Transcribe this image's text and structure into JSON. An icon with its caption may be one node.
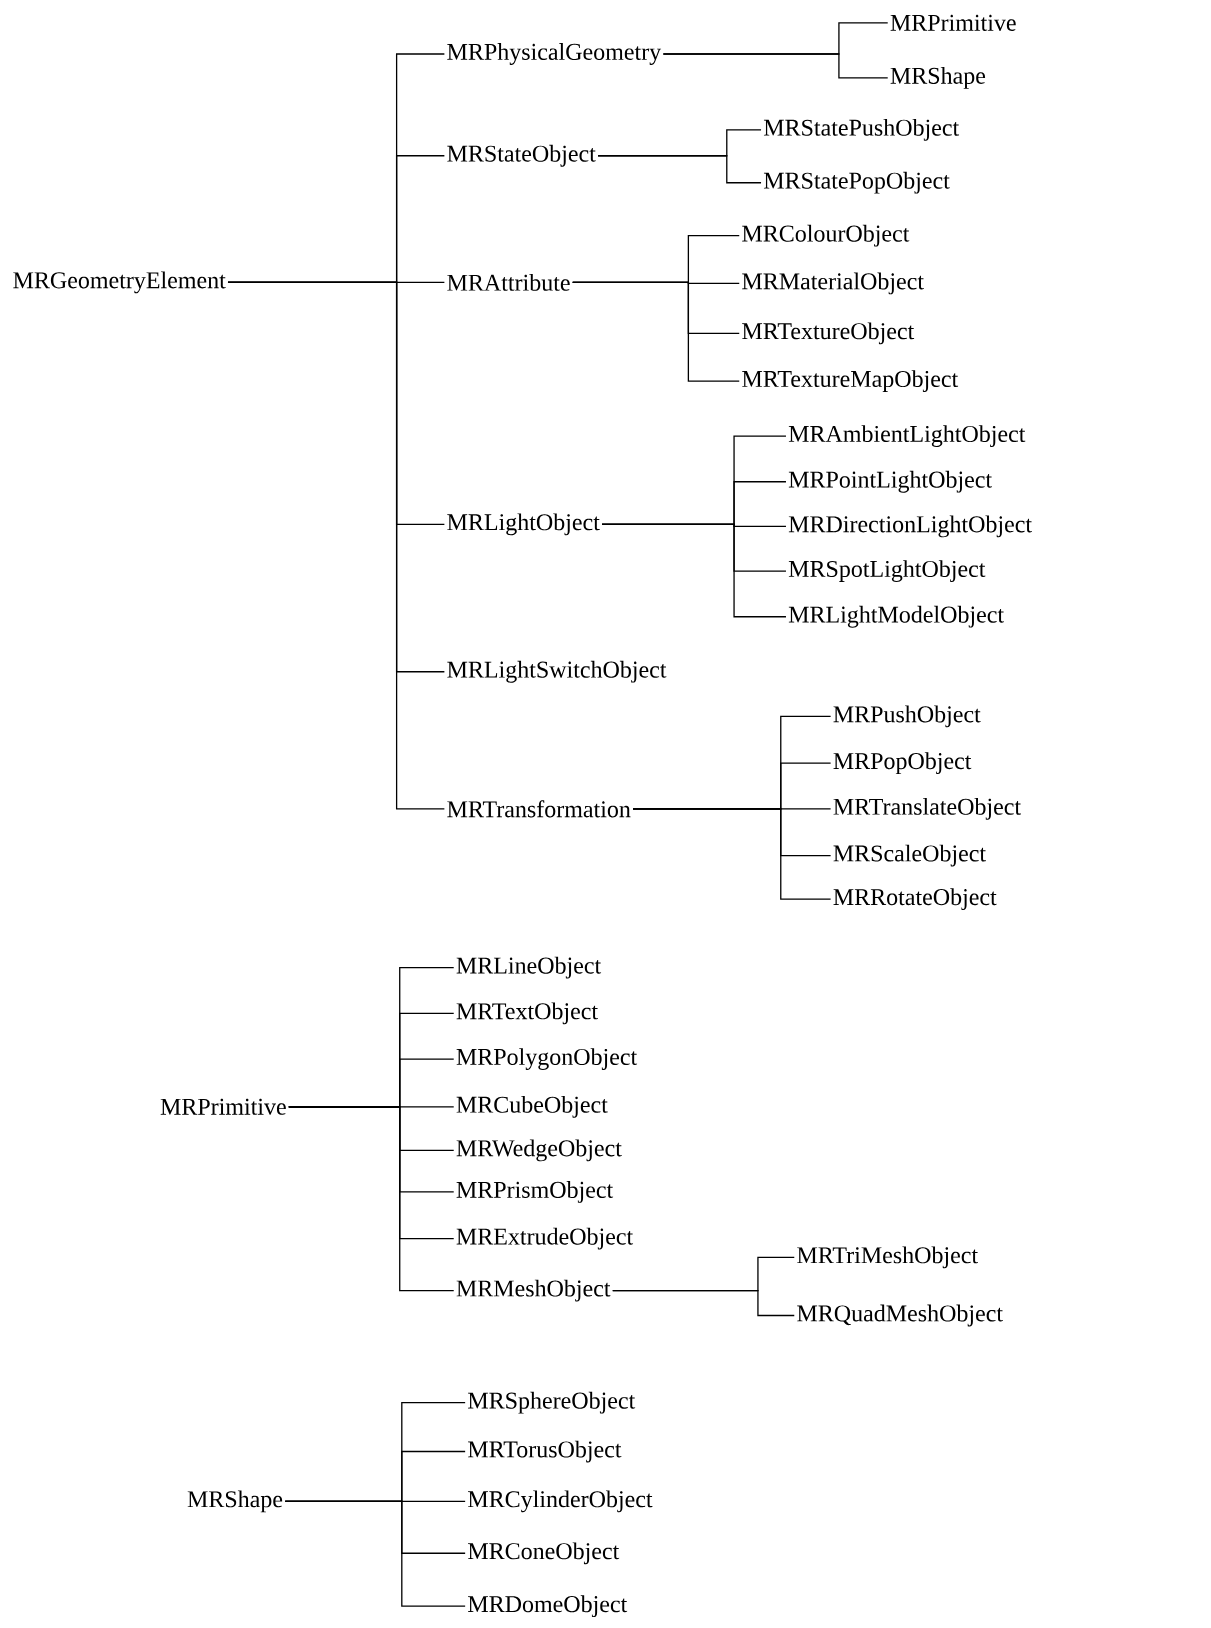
{
  "diagram": {
    "nodes": [
      {
        "text": [
          "MRGeometryElement"
        ]
      },
      {
        "text": [
          "MRPhysicalGeometry"
        ]
      },
      {
        "text": [
          "MRPrimitive"
        ]
      },
      {
        "text": [
          "MRShape"
        ]
      },
      {
        "text": [
          "MRStateObject"
        ]
      },
      {
        "text": [
          "MRStatePushObject"
        ]
      },
      {
        "text": [
          "MRStatePopObject"
        ]
      },
      {
        "text": [
          "MRAttribute"
        ]
      },
      {
        "text": [
          "MRColourObject"
        ]
      },
      {
        "text": [
          "MRMaterialObject"
        ]
      },
      {
        "text": [
          "MRTextureObject"
        ]
      },
      {
        "text": [
          "MRTextureMapObject"
        ]
      },
      {
        "text": [
          "MRLightObject"
        ]
      },
      {
        "text": [
          "MRAmbientLightObject"
        ]
      },
      {
        "text": [
          "MRPointLightObject"
        ]
      },
      {
        "text": [
          "MRDirectionLightObject"
        ]
      },
      {
        "text": [
          "MRSpotLightObject"
        ]
      },
      {
        "text": [
          "MRLightModelObject"
        ]
      },
      {
        "text": [
          "MRLightSwitchObject"
        ]
      },
      {
        "text": [
          "MRTransformation"
        ]
      },
      {
        "text": [
          "MRPushObject"
        ]
      },
      {
        "text": [
          "MRPopObject"
        ]
      },
      {
        "text": [
          "MRTranslateObject"
        ]
      },
      {
        "text": [
          "MRScaleObject"
        ]
      },
      {
        "text": [
          "MRRotateObject"
        ]
      },
      {
        "text": [
          "MRPrimitive"
        ]
      },
      {
        "text": [
          "MRLineObject"
        ]
      },
      {
        "text": [
          "MRTextObject"
        ]
      },
      {
        "text": [
          "MRPolygonObject"
        ]
      },
      {
        "text": [
          "MRCubeObject"
        ]
      },
      {
        "text": [
          "MRWedgeObject"
        ]
      },
      {
        "text": [
          "MRPrismObject"
        ]
      },
      {
        "text": [
          "MRExtrudeObject"
        ]
      },
      {
        "text": [
          "MRMeshObject"
        ]
      },
      {
        "text": [
          "MRTriMeshObject"
        ]
      },
      {
        "text": [
          "MRQuadMeshObject"
        ]
      },
      {
        "text": [
          "MRShape"
        ]
      },
      {
        "text": [
          "MRSphereObject"
        ]
      },
      {
        "text": [
          "MRTorusObject"
        ]
      },
      {
        "text": [
          "MRCylinderObject"
        ]
      },
      {
        "text": [
          "MRConeObject"
        ]
      },
      {
        "text": [
          "MRDomeObject"
        ]
      }
    ],
    "edges": [
      {
        "from": 0,
        "to": 1,
        "arrow": "none"
      },
      {
        "from": 1,
        "to": 2,
        "arrow": "none"
      },
      {
        "from": 1,
        "to": 3,
        "arrow": "none"
      },
      {
        "from": 0,
        "to": 4,
        "arrow": "none"
      },
      {
        "from": 4,
        "to": 5,
        "arrow": "none"
      },
      {
        "from": 4,
        "to": 6,
        "arrow": "none"
      },
      {
        "from": 0,
        "to": 7,
        "arrow": "none"
      },
      {
        "from": 7,
        "to": 8,
        "arrow": "none"
      },
      {
        "from": 7,
        "to": 9,
        "arrow": "none"
      },
      {
        "from": 7,
        "to": 10,
        "arrow": "none"
      },
      {
        "from": 7,
        "to": 11,
        "arrow": "none"
      },
      {
        "from": 0,
        "to": 12,
        "arrow": "none"
      },
      {
        "from": 12,
        "to": 13,
        "arrow": "none"
      },
      {
        "from": 12,
        "to": 14,
        "arrow": "none"
      },
      {
        "from": 12,
        "to": 15,
        "arrow": "none"
      },
      {
        "from": 12,
        "to": 16,
        "arrow": "none"
      },
      {
        "from": 12,
        "to": 17,
        "arrow": "none"
      },
      {
        "from": 0,
        "to": 18,
        "arrow": "none"
      },
      {
        "from": 0,
        "to": 19,
        "arrow": "none"
      },
      {
        "from": 19,
        "to": 20,
        "arrow": "none"
      },
      {
        "from": 19,
        "to": 21,
        "arrow": "none"
      },
      {
        "from": 19,
        "to": 22,
        "arrow": "none"
      },
      {
        "from": 19,
        "to": 23,
        "arrow": "none"
      },
      {
        "from": 19,
        "to": 24,
        "arrow": "none"
      },
      {
        "from": 25,
        "to": 26,
        "arrow": "none"
      },
      {
        "from": 25,
        "to": 27,
        "arrow": "none"
      },
      {
        "from": 25,
        "to": 28,
        "arrow": "none"
      },
      {
        "from": 25,
        "to": 29,
        "arrow": "none"
      },
      {
        "from": 25,
        "to": 30,
        "arrow": "none"
      },
      {
        "from": 25,
        "to": 31,
        "arrow": "none"
      },
      {
        "from": 25,
        "to": 32,
        "arrow": "none"
      },
      {
        "from": 25,
        "to": 33,
        "arrow": "none"
      },
      {
        "from": 33,
        "to": 34,
        "arrow": "none"
      },
      {
        "from": 33,
        "to": 35,
        "arrow": "none"
      },
      {
        "from": 36,
        "to": 37,
        "arrow": "none"
      },
      {
        "from": 36,
        "to": 38,
        "arrow": "none"
      },
      {
        "from": 36,
        "to": 39,
        "arrow": "none"
      },
      {
        "from": 36,
        "to": 40,
        "arrow": "none"
      },
      {
        "from": 36,
        "to": 41,
        "arrow": "none"
      }
    ]
  }
}
